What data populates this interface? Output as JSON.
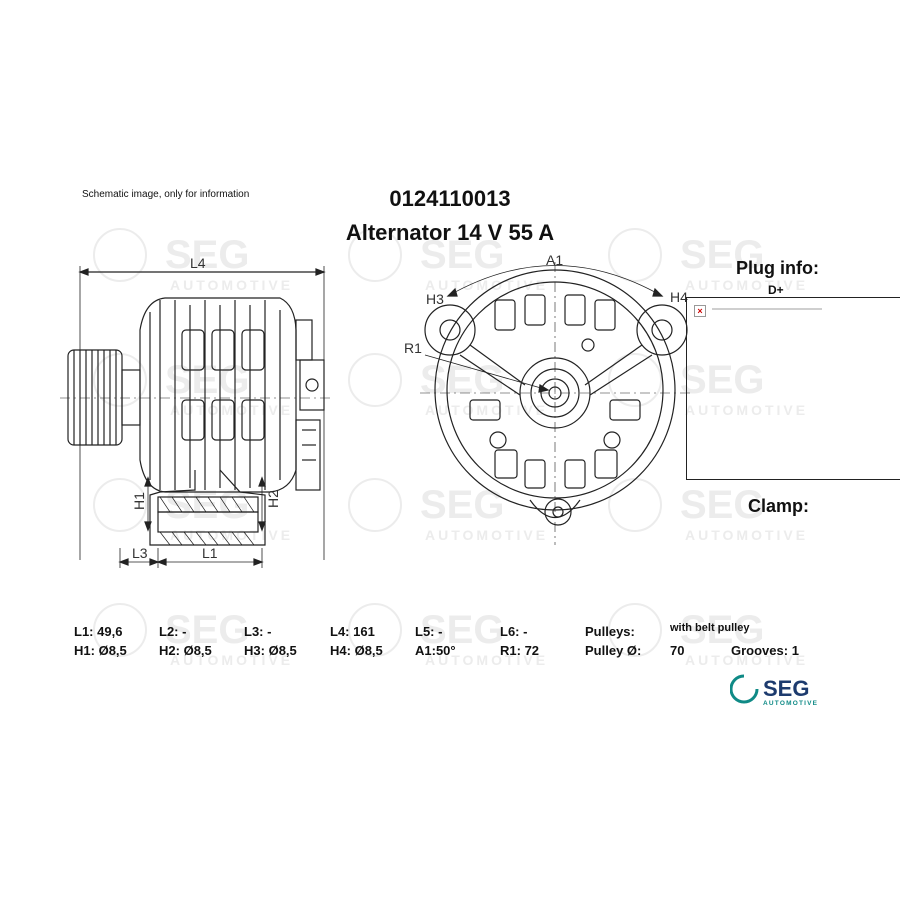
{
  "header": {
    "note": "Schematic image, only for information",
    "part_number": "0124110013",
    "description": "Alternator 14 V 55 A"
  },
  "plug": {
    "title": "Plug info:",
    "name": "D+",
    "image_icon": "broken-image-icon"
  },
  "clamp": {
    "title": "Clamp:"
  },
  "dimension_labels": {
    "L4": "L4",
    "L3": "L3",
    "L1": "L1",
    "H1": "H1",
    "H2": "H2",
    "H3": "H3",
    "H4": "H4",
    "A1": "A1",
    "R1": "R1"
  },
  "specs": {
    "row1": [
      {
        "label": "L1:",
        "value": "49,6"
      },
      {
        "label": "L2:",
        "value": "-"
      },
      {
        "label": "L3:",
        "value": "-"
      },
      {
        "label": "L4:",
        "value": "161"
      },
      {
        "label": "L5:",
        "value": "-"
      },
      {
        "label": "L6:",
        "value": "-"
      }
    ],
    "row2": [
      {
        "label": "H1:",
        "value": "Ø8,5"
      },
      {
        "label": "H2:",
        "value": "Ø8,5"
      },
      {
        "label": "H3:",
        "value": "Ø8,5"
      },
      {
        "label": "H4:",
        "value": "Ø8,5"
      },
      {
        "label": "A1:",
        "value": "50°"
      },
      {
        "label": "R1:",
        "value": "72"
      }
    ],
    "pulleys_label": "Pulleys:",
    "pulleys_value": "with belt pulley",
    "pulley_d_label": "Pulley Ø:",
    "pulley_d_value": "70",
    "grooves_label": "Grooves:",
    "grooves_value": "1"
  },
  "logo": {
    "name": "SEG",
    "sub": "AUTOMOTIVE",
    "accent": "#0f8a86",
    "dark": "#1d3b6e"
  },
  "watermark": {
    "name": "SEG",
    "sub": "AUTOMOTIVE"
  }
}
